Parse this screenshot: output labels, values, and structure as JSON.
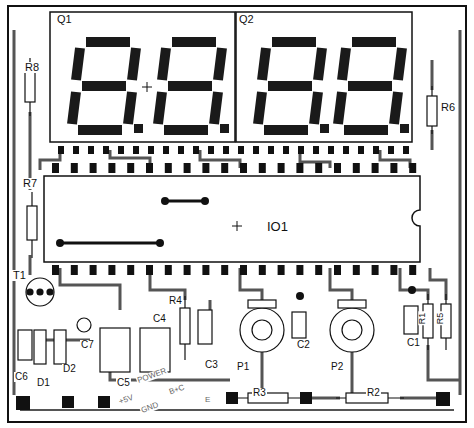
{
  "diagram": {
    "labels": [
      "Q1",
      "Q2",
      "R8",
      "R6",
      "R7",
      "IO1",
      "T1",
      "R4",
      "C4",
      "C7",
      "C6",
      "D1",
      "D2",
      "C5",
      "C3",
      "P1",
      "P2",
      "C2",
      "C1",
      "R1",
      "R5",
      "R3",
      "R2",
      "POWER",
      "B+C",
      "E",
      "+5V",
      "GND"
    ]
  }
}
